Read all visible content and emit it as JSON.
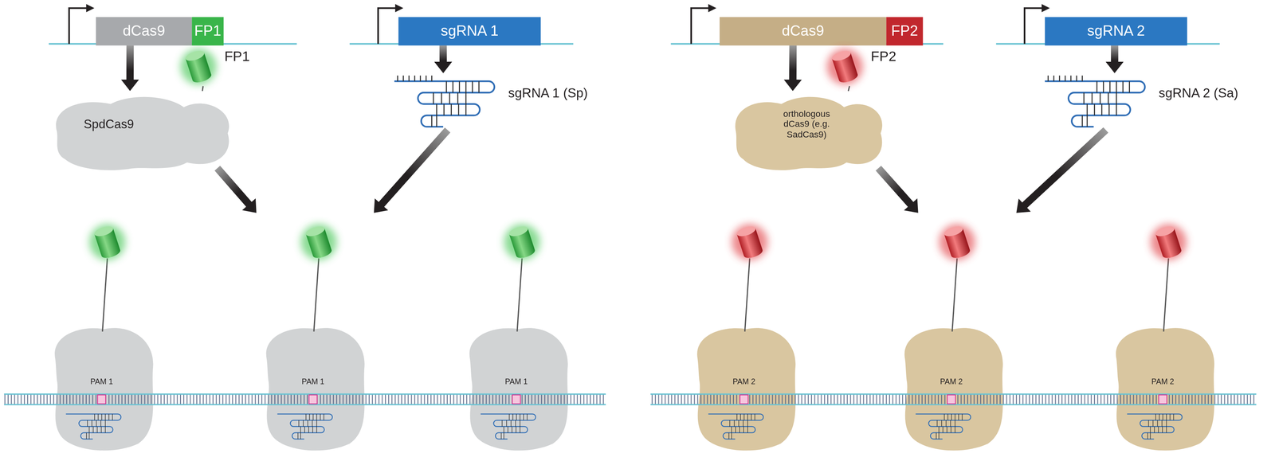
{
  "diagram": {
    "nodes": [
      {
        "text": [
          "dCas9"
        ]
      },
      {
        "text": [
          "FP1"
        ]
      },
      {
        "text": [
          "sgRNA 1"
        ]
      },
      {
        "text": [
          "dCas9"
        ]
      },
      {
        "text": [
          "FP2"
        ]
      },
      {
        "text": [
          "sgRNA 2"
        ]
      },
      {
        "text": [
          "SpdCas9"
        ]
      },
      {
        "text": [
          "FP1"
        ]
      },
      {
        "text": [
          "sgRNA 1 (Sp)"
        ]
      },
      {
        "text": [
          "orthologous dCas9 (e.g. SadCas9)"
        ]
      },
      {
        "text": [
          "FP2"
        ]
      },
      {
        "text": [
          "sgRNA 2 (Sa)"
        ]
      },
      {
        "text": [
          "PAM 1"
        ]
      },
      {
        "text": [
          "PAM 1"
        ]
      },
      {
        "text": [
          "PAM 1"
        ]
      },
      {
        "text": [
          "PAM 2"
        ]
      },
      {
        "text": [
          "PAM 2"
        ]
      },
      {
        "text": [
          "PAM 2"
        ]
      }
    ],
    "edges": [
      {
        "from": 0,
        "to": 6,
        "arrow": "to"
      },
      {
        "from": 2,
        "to": 8,
        "arrow": "to"
      },
      {
        "from": 3,
        "to": 9,
        "arrow": "to"
      },
      {
        "from": 5,
        "to": 11,
        "arrow": "to"
      },
      {
        "from": 6,
        "to": 13,
        "arrow": "to"
      },
      {
        "from": 8,
        "to": 13,
        "arrow": "to"
      },
      {
        "from": 9,
        "to": 16,
        "arrow": "to"
      },
      {
        "from": 11,
        "to": 16,
        "arrow": "to"
      },
      {
        "from": 7,
        "to": 6,
        "arrow": "none"
      },
      {
        "from": 10,
        "to": 9,
        "arrow": "none"
      }
    ]
  }
}
